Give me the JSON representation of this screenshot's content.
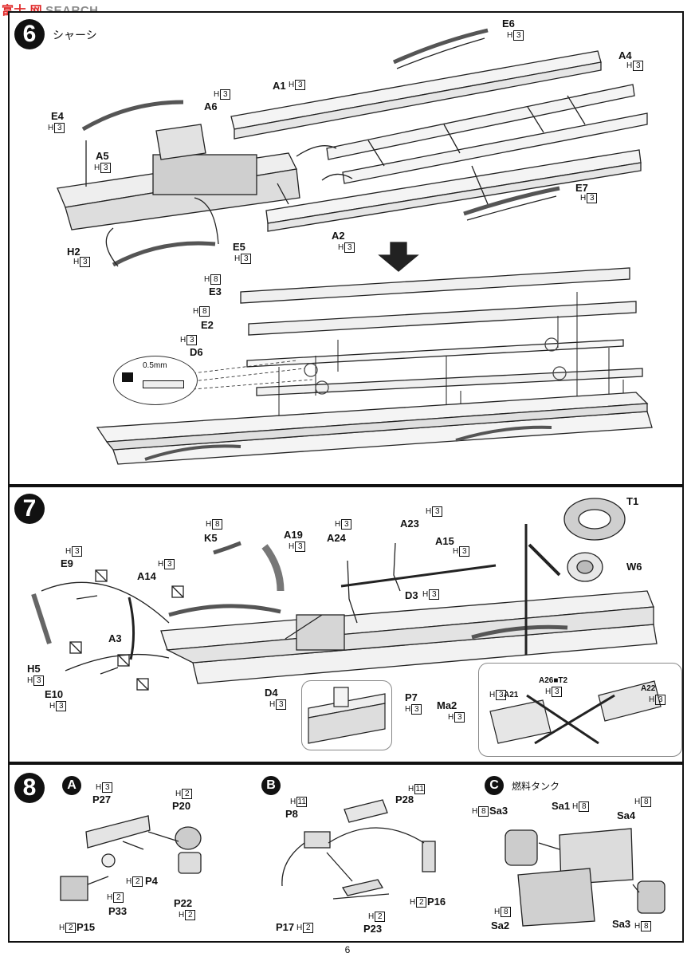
{
  "watermark": {
    "brand": "富士 网",
    "site": "SEARCH"
  },
  "page_number": "6",
  "step6": {
    "badge": "6",
    "title": "シャーシ",
    "labels": {
      "E6": "E6",
      "A4": "A4",
      "A1": "A1",
      "A6": "A6",
      "E4": "E4",
      "A5": "A5",
      "E7": "E7",
      "H2": "H2",
      "A2": "A2",
      "E5": "E5",
      "E3": "E3",
      "E2": "E2",
      "D6": "D6"
    },
    "runners": {
      "E6": {
        "letter": "H",
        "num": "3"
      },
      "A4": {
        "letter": "H",
        "num": "3"
      },
      "A1": {
        "letter": "H",
        "num": "3"
      },
      "A6": {
        "letter": "H",
        "num": "3"
      },
      "E4": {
        "letter": "H",
        "num": "3"
      },
      "A5": {
        "letter": "H",
        "num": "3"
      },
      "E7": {
        "letter": "H",
        "num": "3"
      },
      "H2": {
        "letter": "H",
        "num": "3"
      },
      "A2": {
        "letter": "H",
        "num": "3"
      },
      "E5": {
        "letter": "H",
        "num": "3"
      },
      "E3": {
        "letter": "H",
        "num": "8"
      },
      "E2": {
        "letter": "H",
        "num": "8"
      },
      "D6": {
        "letter": "H",
        "num": "3"
      }
    },
    "detail_dim": "0.5mm"
  },
  "step7": {
    "badge": "7",
    "labels": {
      "T1": "T1",
      "K5": "K5",
      "A19": "A19",
      "A24": "A24",
      "A23": "A23",
      "A15": "A15",
      "W6": "W6",
      "E9": "E9",
      "A14": "A14",
      "D3": "D3",
      "A3": "A3",
      "H5": "H5",
      "E10": "E10",
      "D4": "D4",
      "P7": "P7",
      "Ma2": "Ma2",
      "A21": "A21",
      "A22": "A22",
      "A26T2": "A26■T2"
    },
    "runners": {
      "K5": {
        "letter": "H",
        "num": "8"
      },
      "A19": {
        "letter": "H",
        "num": "3"
      },
      "A24": {
        "letter": "H",
        "num": "3"
      },
      "A23": {
        "letter": "H",
        "num": "3"
      },
      "A15": {
        "letter": "H",
        "num": "3"
      },
      "E9": {
        "letter": "H",
        "num": "3"
      },
      "A14": {
        "letter": "H",
        "num": "3"
      },
      "D3": {
        "letter": "H",
        "num": "3"
      },
      "H5": {
        "letter": "H",
        "num": "3"
      },
      "E10": {
        "letter": "H",
        "num": "3"
      },
      "D4": {
        "letter": "H",
        "num": "3"
      },
      "P7": {
        "letter": "H",
        "num": "3"
      },
      "Ma2": {
        "letter": "H",
        "num": "3"
      },
      "A21": {
        "letter": "H",
        "num": "3"
      },
      "A22": {
        "letter": "H",
        "num": "3"
      },
      "A26T2": {
        "letter": "H",
        "num": "3"
      }
    }
  },
  "step8": {
    "badge": "8",
    "sub_a": {
      "badge": "A"
    },
    "sub_b": {
      "badge": "B"
    },
    "sub_c": {
      "badge": "C",
      "title": "燃料タンク"
    },
    "labels": {
      "P27": "P27",
      "P20": "P20",
      "P4": "P4",
      "P33": "P33",
      "P22": "P22",
      "P15": "P15",
      "P8": "P8",
      "P28": "P28",
      "P16": "P16",
      "P17": "P17",
      "P23": "P23",
      "Sa3a": "Sa3",
      "Sa1": "Sa1",
      "Sa4": "Sa4",
      "Sa2": "Sa2",
      "Sa3b": "Sa3"
    },
    "runners": {
      "P27": {
        "letter": "H",
        "num": "3"
      },
      "P20": {
        "letter": "H",
        "num": "2"
      },
      "P4": {
        "letter": "H",
        "num": "2"
      },
      "P33": {
        "letter": "H",
        "num": "2"
      },
      "P22": {
        "letter": "H",
        "num": "2"
      },
      "P15": {
        "letter": "H",
        "num": "2"
      },
      "P8": {
        "letter": "H",
        "num": "11"
      },
      "P28": {
        "letter": "H",
        "num": "11"
      },
      "P16": {
        "letter": "H",
        "num": "2"
      },
      "P17": {
        "letter": "H",
        "num": "2"
      },
      "P23": {
        "letter": "H",
        "num": "2"
      },
      "Sa3a": {
        "letter": "H",
        "num": "8"
      },
      "Sa1": {
        "letter": "H",
        "num": "8"
      },
      "Sa4": {
        "letter": "H",
        "num": "8"
      },
      "Sa2": {
        "letter": "H",
        "num": "8"
      },
      "Sa3b": {
        "letter": "H",
        "num": "8"
      }
    }
  }
}
